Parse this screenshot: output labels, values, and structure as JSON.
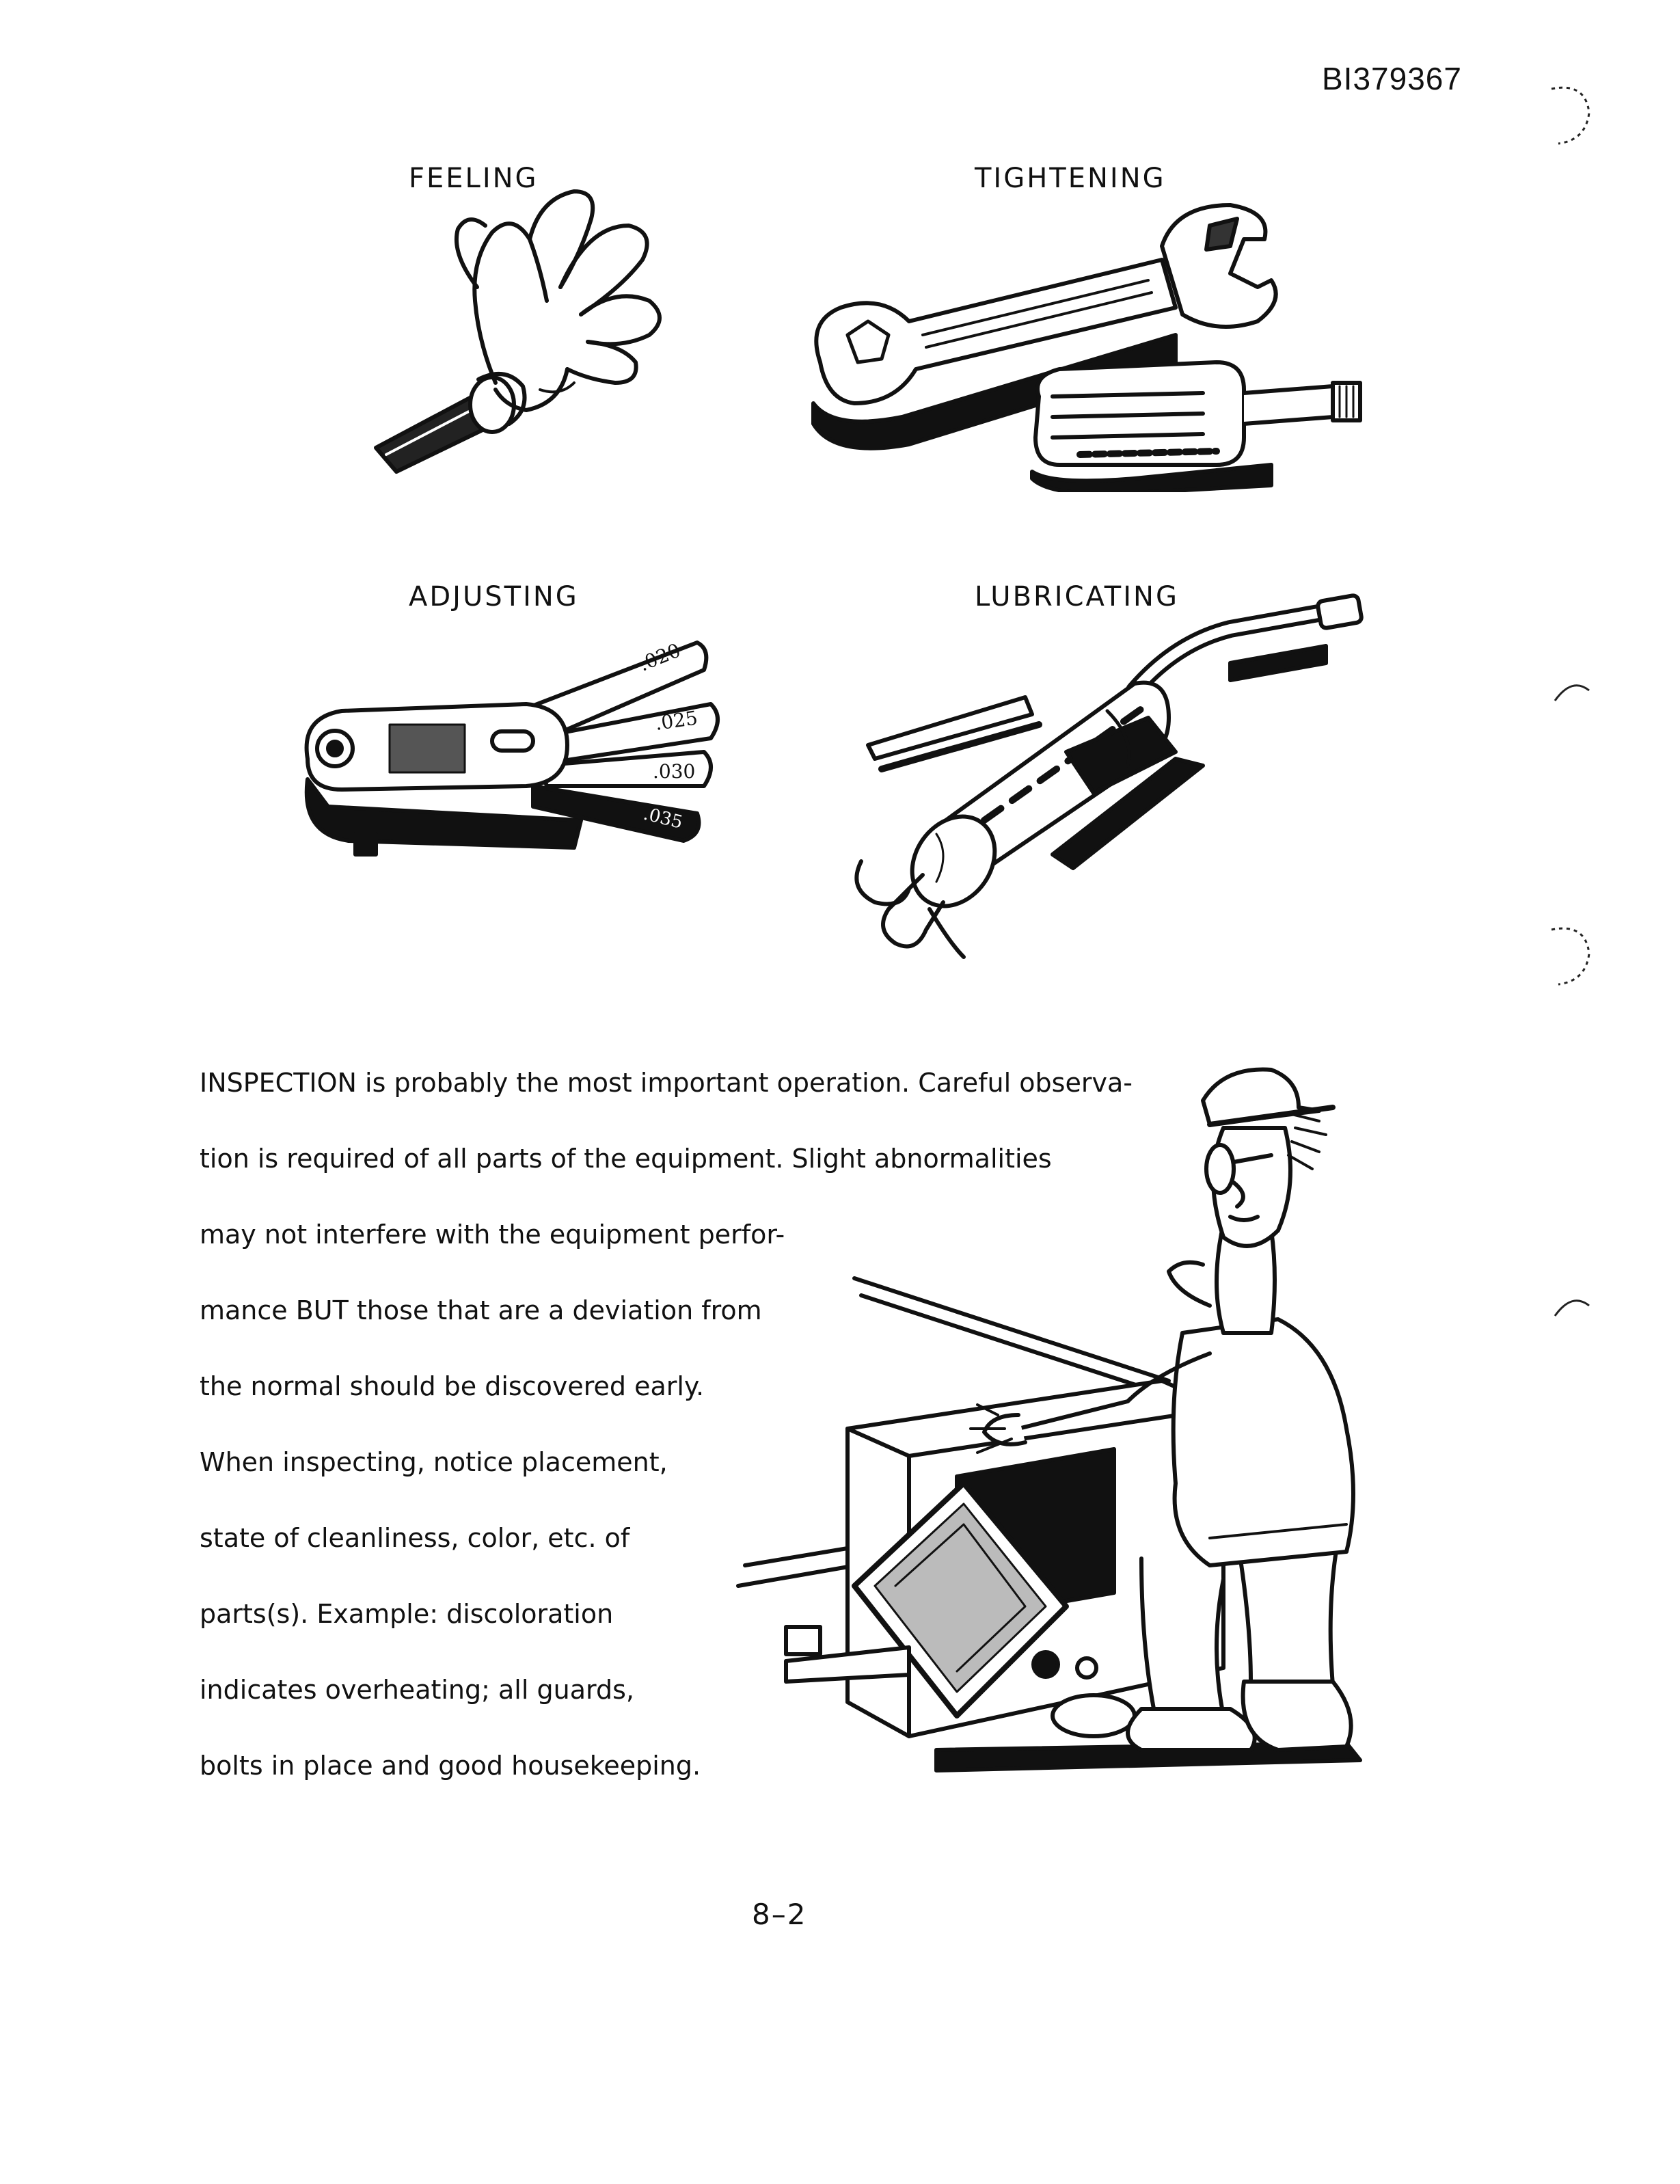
{
  "header": {
    "document_id": "BI379367"
  },
  "captions": {
    "feeling": "FEELING",
    "tightening": "TIGHTENING",
    "adjusting": "ADJUSTING",
    "lubricating": "LUBRICATING"
  },
  "feeler_gauge_labels": [
    ".020",
    ".025",
    ".030",
    ".035"
  ],
  "body": {
    "lines": [
      "INSPECTION is probably the most important operation.  Careful observa-",
      "tion is required of all parts of the equipment.  Slight abnormalities",
      "may not interfere with the equipment perfor-",
      "mance BUT those that are a deviation from",
      "the normal should be discovered early.",
      "When inspecting, notice placement,",
      "state of cleanliness, color, etc. of",
      "parts(s).  Example:  discoloration",
      "indicates overheating; all guards,",
      "bolts in place and good housekeeping."
    ]
  },
  "footer": {
    "page_number": "8–2"
  },
  "icons": {
    "feeling": "hand-icon",
    "tightening": "wrench-screwdriver-icon",
    "adjusting": "feeler-gauge-icon",
    "lubricating": "grease-gun-icon",
    "inspection": "inspector-cartoon-icon"
  }
}
